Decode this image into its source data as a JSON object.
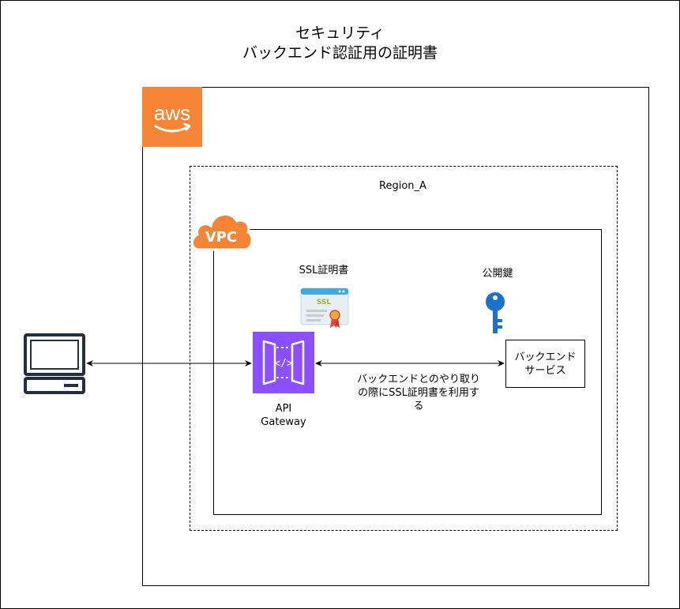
{
  "title": {
    "line1": "セキュリティ",
    "line2": "バックエンド認証用の証明書"
  },
  "aws": {
    "logo_text": "aws",
    "logo_color": "#f58534"
  },
  "region": {
    "label": "Region_A"
  },
  "vpc": {
    "badge_text": "VPC",
    "badge_color": "#f58534"
  },
  "ssl": {
    "label": "SSL証明書",
    "badge_text": "SSL"
  },
  "public_key": {
    "label": "公開鍵",
    "icon_color": "#1a73c7"
  },
  "api_gateway": {
    "label_line1": "API",
    "label_line2": "Gateway",
    "icon_color": "#8c4fff"
  },
  "backend": {
    "label_line1": "バックエンド",
    "label_line2": "サービス"
  },
  "edge_label": {
    "line1": "バックエンドとのやり取り",
    "line2": "の際にSSL証明書を利用す",
    "line3": "る"
  },
  "client": {
    "icon": "desktop-computer-icon",
    "icon_color": "#232f3e"
  }
}
